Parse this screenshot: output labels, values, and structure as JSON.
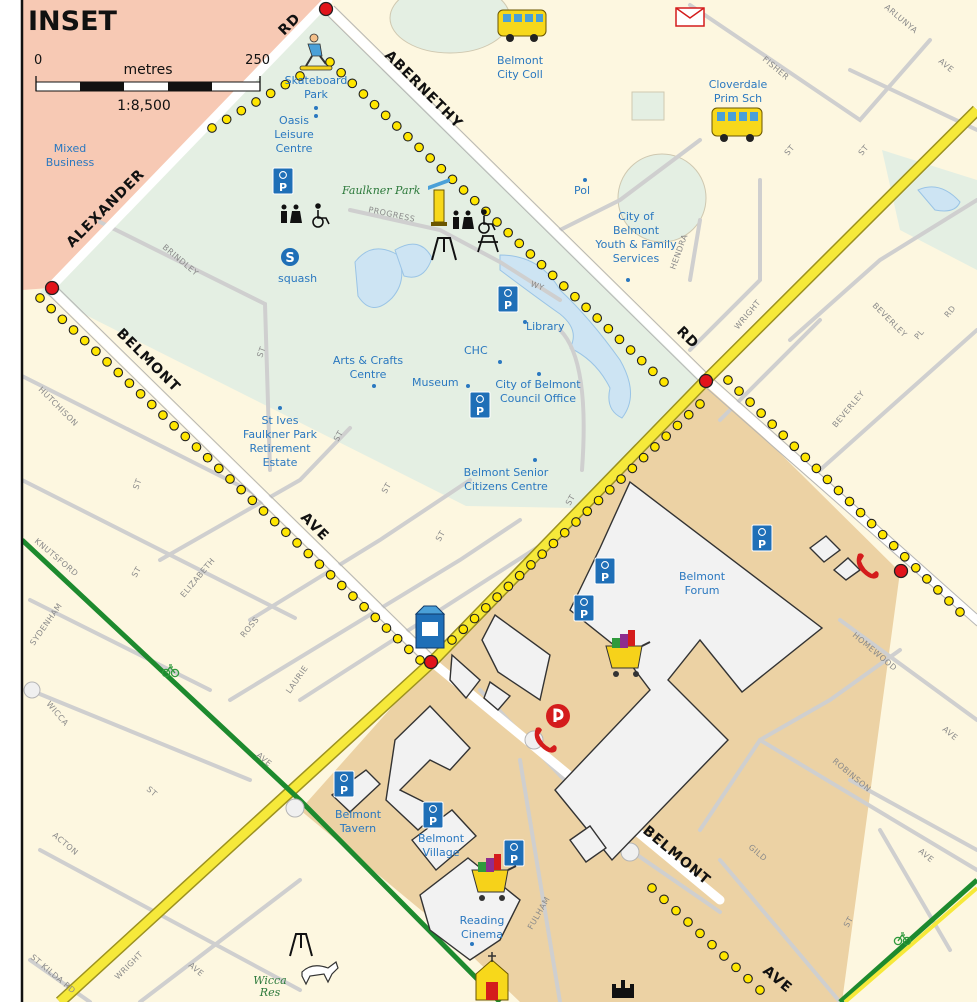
{
  "map": {
    "inset_label": "INSET",
    "scale": {
      "start": "0",
      "unit": "metres",
      "end": "250",
      "ratio": "1:8,500"
    },
    "roads": [
      {
        "id": "abernethy",
        "label": "ABERNETHY"
      },
      {
        "id": "rd-top",
        "label": "RD"
      },
      {
        "id": "rd-mid",
        "label": "RD"
      },
      {
        "id": "alexander",
        "label": "ALEXANDER"
      },
      {
        "id": "belmont-left",
        "label": "BELMONT"
      },
      {
        "id": "ave-left",
        "label": "AVE"
      },
      {
        "id": "belmont-right",
        "label": "BELMONT"
      },
      {
        "id": "ave-right",
        "label": "AVE"
      }
    ],
    "streets": [
      "ARLUNYA",
      "AVE",
      "FISHER",
      "ST",
      "ST",
      "BRINDLEY",
      "ST",
      "PROGRESS",
      "WY",
      "HENDRA",
      "WRIGHT",
      "BEVERLEY",
      "PL",
      "RD",
      "BEVERLEY",
      "HUTCHISON",
      "ST",
      "ST",
      "ST",
      "ST",
      "KNUTSFORD",
      "ST",
      "ELIZABETH",
      "ROSS",
      "HOMEWOOD",
      "SYDENHAM",
      "LAURIE",
      "WICCA",
      "AVE",
      "ROBINSON",
      "AVE",
      "ST",
      "ACTON",
      "GILD",
      "AVE",
      "ST",
      "FULHAM",
      "ST KILDA RD",
      "WRIGHT",
      "AVE",
      "ST"
    ],
    "places": [
      {
        "name": "Skateboard Park",
        "line1": "Skateboard",
        "line2": "Park"
      },
      {
        "name": "Oasis Leisure Centre",
        "line1": "Oasis",
        "line2": "Leisure",
        "line3": "Centre"
      },
      {
        "name": "Mixed Business",
        "line1": "Mixed",
        "line2": "Business"
      },
      {
        "name": "Belmont City Coll",
        "line1": "Belmont",
        "line2": "City Coll"
      },
      {
        "name": "Cloverdale Prim Sch",
        "line1": "Cloverdale",
        "line2": "Prim Sch"
      },
      {
        "name": "Faulkner Park",
        "line1": "Faulkner Park"
      },
      {
        "name": "Pol",
        "line1": "Pol"
      },
      {
        "name": "City of Belmont Youth & Family Services",
        "line1": "City of",
        "line2": "Belmont",
        "line3": "Youth & Family",
        "line4": "Services"
      },
      {
        "name": "squash",
        "line1": "squash"
      },
      {
        "name": "Library",
        "line1": "Library"
      },
      {
        "name": "CHC",
        "line1": "CHC"
      },
      {
        "name": "Arts & Crafts Centre",
        "line1": "Arts & Crafts",
        "line2": "Centre"
      },
      {
        "name": "Museum",
        "line1": "Museum"
      },
      {
        "name": "City of Belmont Council Office",
        "line1": "City of Belmont",
        "line2": "Council  Office"
      },
      {
        "name": "St Ives Faulkner Park Retirement Estate",
        "line1": "St Ives",
        "line2": "Faulkner Park",
        "line3": "Retirement",
        "line4": "Estate"
      },
      {
        "name": "Belmont Senior Citizens Centre",
        "line1": "Belmont Senior",
        "line2": "Citizens Centre"
      },
      {
        "name": "Belmont Forum",
        "line1": "Belmont",
        "line2": "Forum"
      },
      {
        "name": "Belmont Tavern",
        "line1": "Belmont",
        "line2": "Tavern"
      },
      {
        "name": "Belmont Village",
        "line1": "Belmont",
        "line2": "Village"
      },
      {
        "name": "Reading Cinema",
        "line1": "Reading",
        "line2": "Cinema"
      },
      {
        "name": "Wicca Res",
        "line1": "Wicca",
        "line2": "Res"
      }
    ],
    "icons": [
      "school-bus-icon",
      "mail-icon",
      "skateboarder-icon",
      "parking-icon",
      "toilets-icon",
      "wheelchair-icon",
      "playground-icon",
      "picnic-table-icon",
      "monument-icon",
      "squash-icon",
      "shopping-trolley-icon",
      "post-office-icon",
      "telephone-icon",
      "milk-bar-icon",
      "bicycle-icon",
      "dog-icon",
      "church-icon"
    ],
    "colors": {
      "land": "#fdf7e0",
      "park": "#e4efe3",
      "commercial": "#ecd2a4",
      "mixed_business": "#f7c9b4",
      "building": "#f2f2f2",
      "highway": "#f6e93a",
      "bike_path": "#1d8a2e",
      "bus_route_dots": "#ffe600",
      "poi_text": "#2a78c0",
      "water": "#cde4f3"
    }
  }
}
